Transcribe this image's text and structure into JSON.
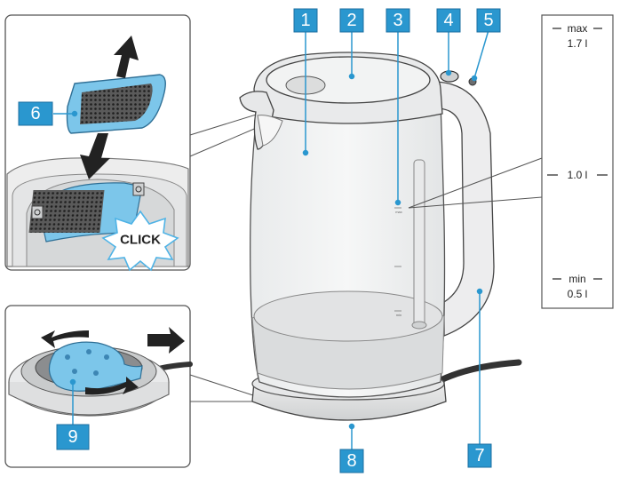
{
  "callouts": [
    {
      "id": "1",
      "label": "1"
    },
    {
      "id": "2",
      "label": "2"
    },
    {
      "id": "3",
      "label": "3"
    },
    {
      "id": "4",
      "label": "4"
    },
    {
      "id": "5",
      "label": "5"
    },
    {
      "id": "6",
      "label": "6"
    },
    {
      "id": "7",
      "label": "7"
    },
    {
      "id": "8",
      "label": "8"
    },
    {
      "id": "9",
      "label": "9"
    }
  ],
  "scale": {
    "max": "max",
    "max_volume": "1.7 l",
    "mid_volume": "1.0 l",
    "min": "min",
    "min_volume": "0.5 l"
  },
  "filter_detail": {
    "click_label": "CLICK"
  },
  "colors": {
    "callout": "#2a97cf",
    "callout_border": "#1c6fa0",
    "accent": "#4fb3e6",
    "outline": "#333333"
  }
}
